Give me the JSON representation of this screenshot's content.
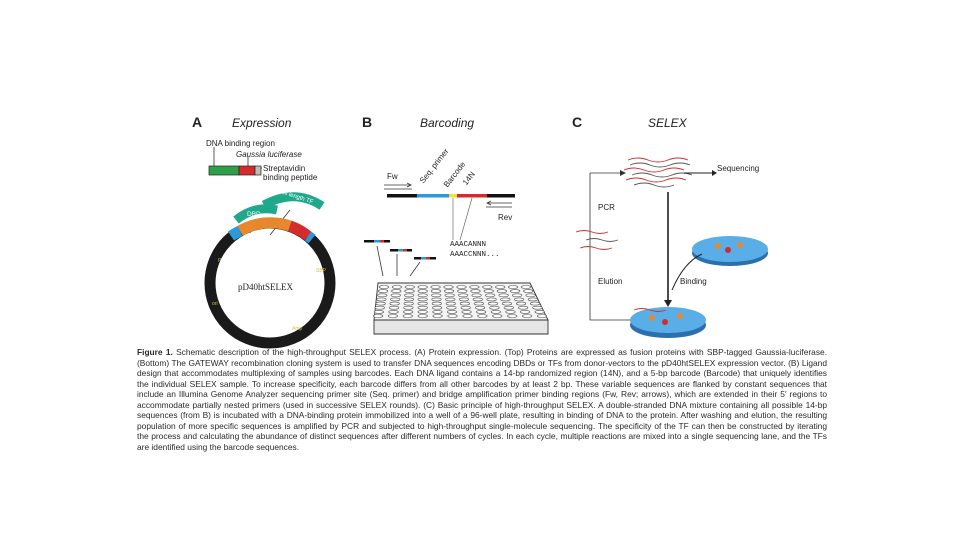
{
  "panels": {
    "a": {
      "letter": "A",
      "title": "Expression",
      "dna_binding_region": "DNA binding region",
      "gaussia": "Gaussia luciferase",
      "streptavidin": "Streptavidin",
      "binding_peptide": "binding peptide",
      "plasmid_name": "pD40htSELEX",
      "dbd_tag": "DBD",
      "tf_tag": "Full length TF"
    },
    "b": {
      "letter": "B",
      "title": "Barcoding",
      "fw": "Fw",
      "seq_primer": "Seq. primer",
      "barcode": "Barcode",
      "n14": "14N",
      "rev": "Rev",
      "seq1": "AAACANNN",
      "seq2": "AAACCNNN..."
    },
    "c": {
      "letter": "C",
      "title": "SELEX",
      "sequencing": "Sequencing",
      "pcr": "PCR",
      "elution": "Elution",
      "binding": "Binding"
    }
  },
  "caption": {
    "label": "Figure 1.",
    "text": "Schematic description of the high-throughput SELEX process. (A) Protein expression. (Top) Proteins are expressed as fusion proteins with SBP-tagged Gaussia-luciferase. (Bottom) The GATEWAY recombination cloning system is used to transfer DNA sequences encoding DBDs or TFs from donor-vectors to the pD40htSELEX expression vector. (B) Ligand design that accommodates multiplexing of samples using barcodes. Each DNA ligand contains a 14-bp randomized region (14N), and a 5-bp barcode (Barcode) that uniquely identifies the individual SELEX sample. To increase specificity, each barcode differs from all other barcodes by at least 2 bp. These variable sequences are flanked by constant sequences that include an Illumina Genome Analyzer sequencing primer site (Seq. primer) and bridge amplification primer binding regions (Fw, Rev; arrows), which are extended in their 5′ regions to accommodate partially nested primers (used in successive SELEX rounds). (C) Basic principle of high-throughput SELEX. A double-stranded DNA mixture containing all possible 14-bp sequences (from B) is incubated with a DNA-binding protein immobilized into a well of a 96-well plate, resulting in binding of DNA to the protein. After washing and elution, the resulting population of more specific sequences is amplified by PCR and subjected to high-throughput single-molecule sequencing. The specificity of the TF can then be constructed by iterating the process and calculating the abundance of distinct sequences after different numbers of cycles. In each cycle, multiple reactions are mixed into a single sequencing lane, and the TFs are identified using the barcode sequences."
  },
  "colors": {
    "green": "#2fa04a",
    "red": "#d42c2c",
    "orange": "#e8882c",
    "blue": "#2a9bd8",
    "teal": "#1fa88a",
    "plate_blue": "#3a8fd0"
  }
}
